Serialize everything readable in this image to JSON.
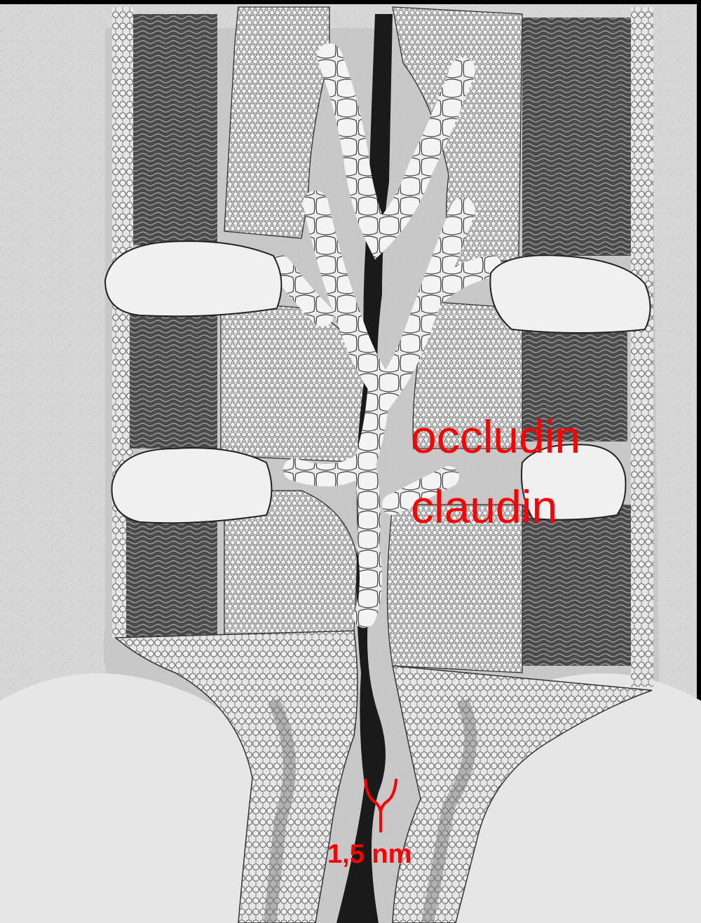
{
  "labels": {
    "protein_1": "occludin",
    "protein_2": "claudin",
    "gap_width": "1,5 nm"
  },
  "colors": {
    "annotation": "#ff0000",
    "background": "#d8d8d8",
    "membrane_face": "#eeeeee",
    "membrane_interior": "#4a4a4a",
    "ink": "#222222",
    "frame": "#000000"
  }
}
